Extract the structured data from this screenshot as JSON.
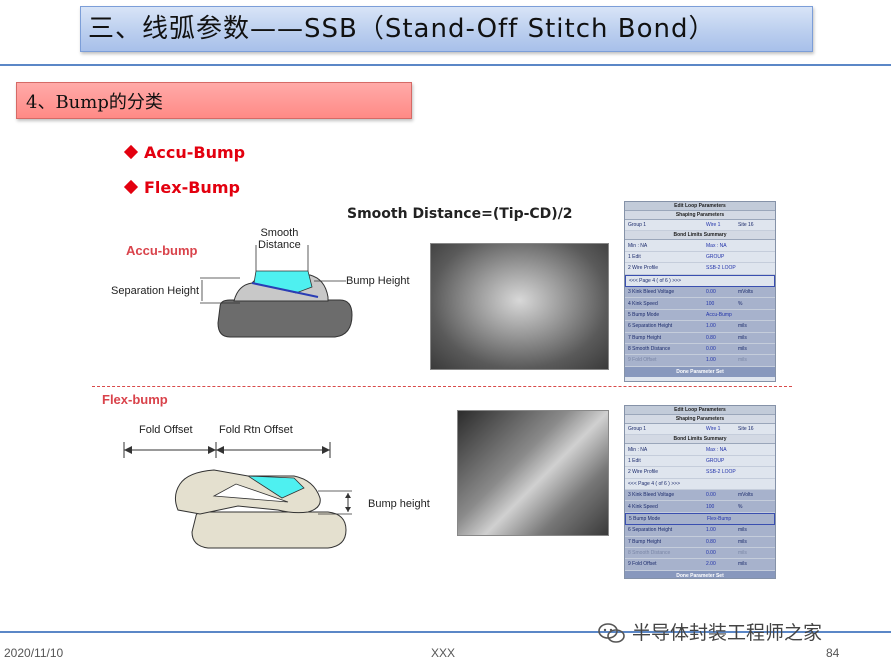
{
  "slide": {
    "title": "三、线弧参数——SSB（Stand-Off   Stitch  Bond）",
    "section": "4、Bump的分类",
    "bullets": [
      "Accu-Bump",
      "Flex-Bump"
    ],
    "formula": "Smooth Distance=(Tip-CD)/2"
  },
  "accu_diagram": {
    "heading": "Accu-bump",
    "smooth_distance": "Smooth\nDistance",
    "separation_height": "Separation Height",
    "bump_height": "Bump Height"
  },
  "flex_diagram": {
    "heading": "Flex-bump",
    "fold_offset": "Fold Offset",
    "fold_rtn_offset": "Fold Rtn  Offset",
    "bump_height": "Bump height"
  },
  "panel_accu": {
    "header": "Edit Loop Parameters",
    "sub1": "Shaping Parameters",
    "group_row": [
      "Group  1",
      "Wire  1",
      "Site  16"
    ],
    "sub2": "Bond Limits Summary",
    "minmax": [
      "Min :  NA",
      "Max :  NA"
    ],
    "rows": [
      [
        "1  Edit",
        "GROUP",
        ""
      ],
      [
        "2  Wire Profile",
        "SSB-2 LOOP",
        ""
      ],
      [
        "<<<  Page   4   ( of 6 )  >>>",
        "",
        ""
      ],
      [
        "3  Kink Bleed Voltage",
        "0.00",
        "mVolts"
      ],
      [
        "4  Kink Speed",
        "100",
        "%"
      ],
      [
        "5  Bump Mode",
        "Accu-Bump",
        ""
      ],
      [
        "6  Separation Height",
        "1.00",
        "mils"
      ],
      [
        "7  Bump Height",
        "0.80",
        "mils"
      ],
      [
        "8  Smooth Distance",
        "0.00",
        "mils"
      ],
      [
        "9  Fold Offset",
        "1.00",
        "mils"
      ]
    ],
    "footer": "Done Parameter Set"
  },
  "panel_flex": {
    "header": "Edit Loop Parameters",
    "sub1": "Shaping Parameters",
    "group_row": [
      "Group  1",
      "Wire  1",
      "Site  16"
    ],
    "sub2": "Bond Limits Summary",
    "minmax": [
      "Min :  NA",
      "Max :  NA"
    ],
    "rows": [
      [
        "1  Edit",
        "GROUP",
        ""
      ],
      [
        "2  Wire Profile",
        "SSB-2 LOOP",
        ""
      ],
      [
        "<<<  Page   4   ( of 6 )  >>>",
        "",
        ""
      ],
      [
        "3  Kink Bleed Voltage",
        "0.00",
        "mVolts"
      ],
      [
        "4  Kink Speed",
        "100",
        "%"
      ],
      [
        "5  Bump Mode",
        "Flex-Bump",
        ""
      ],
      [
        "6  Separation Height",
        "1.00",
        "mils"
      ],
      [
        "7  Bump Height",
        "0.80",
        "mils"
      ],
      [
        "8  Smooth Distance",
        "0.00",
        "mils"
      ],
      [
        "9  Fold Offset",
        "2.00",
        "mils"
      ]
    ],
    "footer": "Done Parameter Set"
  },
  "footer": {
    "date": "2020/11/10",
    "center": "XXX",
    "page": "84",
    "watermark": "半导体封装工程师之家"
  },
  "colors": {
    "accent_red": "#e3000f",
    "title_blue": "#b9cdee",
    "section_red": "#ff8a86",
    "cyan": "#4ef0f0"
  }
}
